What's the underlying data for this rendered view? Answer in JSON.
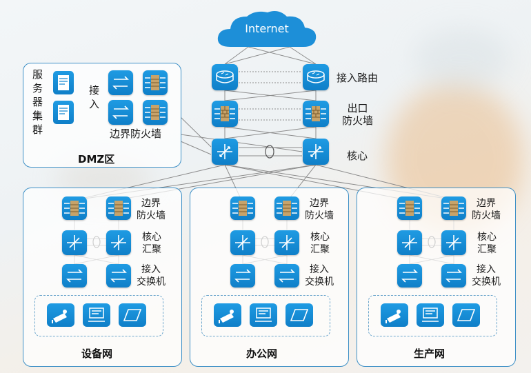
{
  "cloud": {
    "label": "Internet"
  },
  "core": {
    "router_label": "接入路由",
    "exit_firewall_label_1": "出口",
    "exit_firewall_label_2": "防火墙",
    "core_label": "核心"
  },
  "dmz": {
    "title": "DMZ区",
    "server_cluster_chars": [
      "服",
      "务",
      "器",
      "集",
      "群"
    ],
    "access_chars": [
      "接",
      "入"
    ],
    "edge_firewall_label": "边界防火墙"
  },
  "zones": [
    {
      "title": "设备网",
      "fw_label_1": "边界",
      "fw_label_2": "防火墙",
      "agg_label_1": "核心",
      "agg_label_2": "汇聚",
      "sw_label_1": "接入",
      "sw_label_2": "交换机"
    },
    {
      "title": "办公网",
      "fw_label_1": "边界",
      "fw_label_2": "防火墙",
      "agg_label_1": "核心",
      "agg_label_2": "汇聚",
      "sw_label_1": "接入",
      "sw_label_2": "交换机"
    },
    {
      "title": "生产网",
      "fw_label_1": "边界",
      "fw_label_2": "防火墙",
      "agg_label_1": "核心",
      "agg_label_2": "汇聚",
      "sw_label_1": "接入",
      "sw_label_2": "交换机"
    }
  ],
  "colors": {
    "device": "#1589d2",
    "border": "#3c8fc6",
    "line": "#8a8a8a"
  }
}
